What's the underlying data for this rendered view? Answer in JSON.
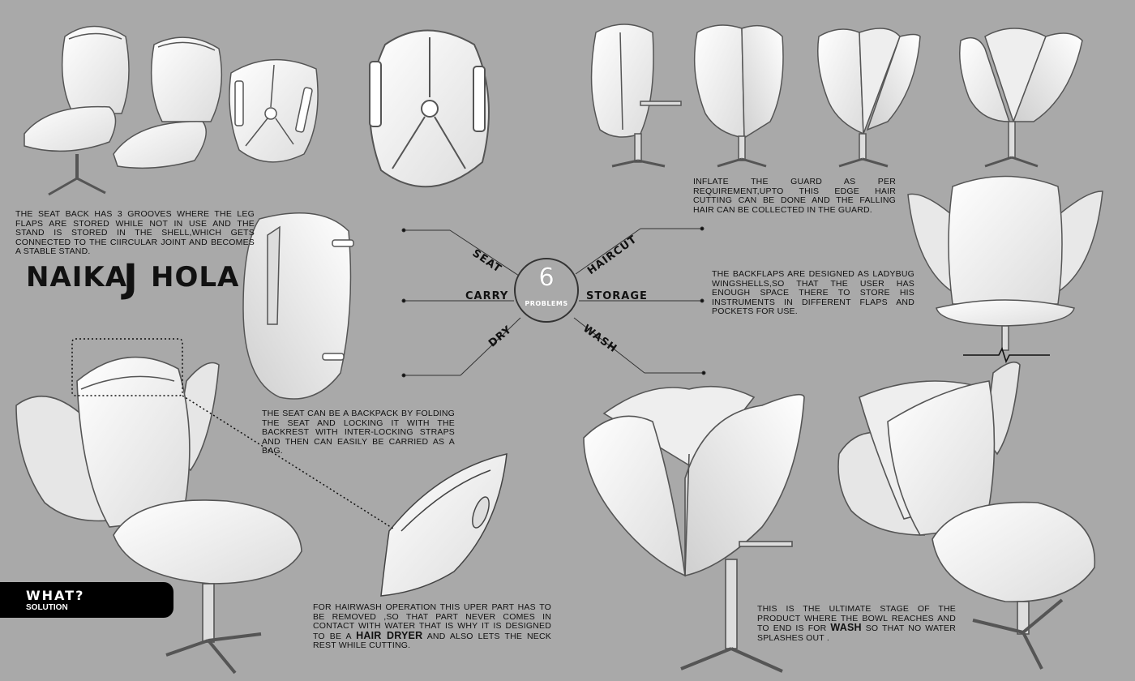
{
  "logo": {
    "part1": "NAIKA",
    "letter": "J",
    "part2": "HOLA"
  },
  "center": {
    "number": "6",
    "label": "PROBLEMS"
  },
  "problems": {
    "seat": "SEAT",
    "carry": "CARRY",
    "dry": "DRY",
    "haircut": "HAIRCUT",
    "storage": "STORAGE",
    "wash": "WASH"
  },
  "badge": {
    "title": "WHAT?",
    "subtitle": "SOLUTION"
  },
  "descriptions": {
    "seat_back": "THE SEAT BACK HAS 3 GROOVES WHERE THE LEG FLAPS ARE STORED WHILE NOT IN USE AND THE STAND IS STORED IN THE SHELL,WHICH GETS CONNECTED TO THE CIIRCULAR JOINT AND BECOMES A STABLE STAND.",
    "backpack": "THE SEAT CAN BE A BACKPACK BY FOLDING THE SEAT AND LOCKING IT WITH THE BACKREST WITH INTER-LOCKING STRAPS AND THEN CAN EASILY BE CARRIED AS A BAG.",
    "guard": "INFLATE THE GUARD AS PER REQUIREMENT,UPTO THIS EDGE HAIR CUTTING CAN BE DONE AND THE FALLING HAIR CAN BE COLLECTED IN THE GUARD.",
    "backflaps": "THE BACKFLAPS ARE DESIGNED AS LADYBUG WINGSHELLS,SO THAT THE USER HAS ENOUGH SPACE THERE TO STORE HIS INSTRUMENTS IN DIFFERENT FLAPS AND POCKETS FOR USE.",
    "hairwash_pre": "FOR HAIRWASH OPERATION THIS UPER PART HAS TO BE REMOVED ,SO THAT PART NEVER COMES IN CONTACT WITH WATER THAT IS WHY IT IS DESIGNED TO BE A",
    "hairwash_bold": "HAIR DRYER",
    "hairwash_post": "AND ALSO LETS THE NECK REST WHILE CUTTING.",
    "ultimate_pre": "THIS IS THE ULTIMATE STAGE OF THE PRODUCT WHERE THE BOWL REACHES AND TO END IS FOR",
    "ultimate_bold": "WASH",
    "ultimate_post": "SO THAT NO WATER SPLASHES OUT ."
  },
  "colors": {
    "background": "#a9a9a9",
    "shell": "#f4f4f4",
    "ink": "#111111"
  }
}
